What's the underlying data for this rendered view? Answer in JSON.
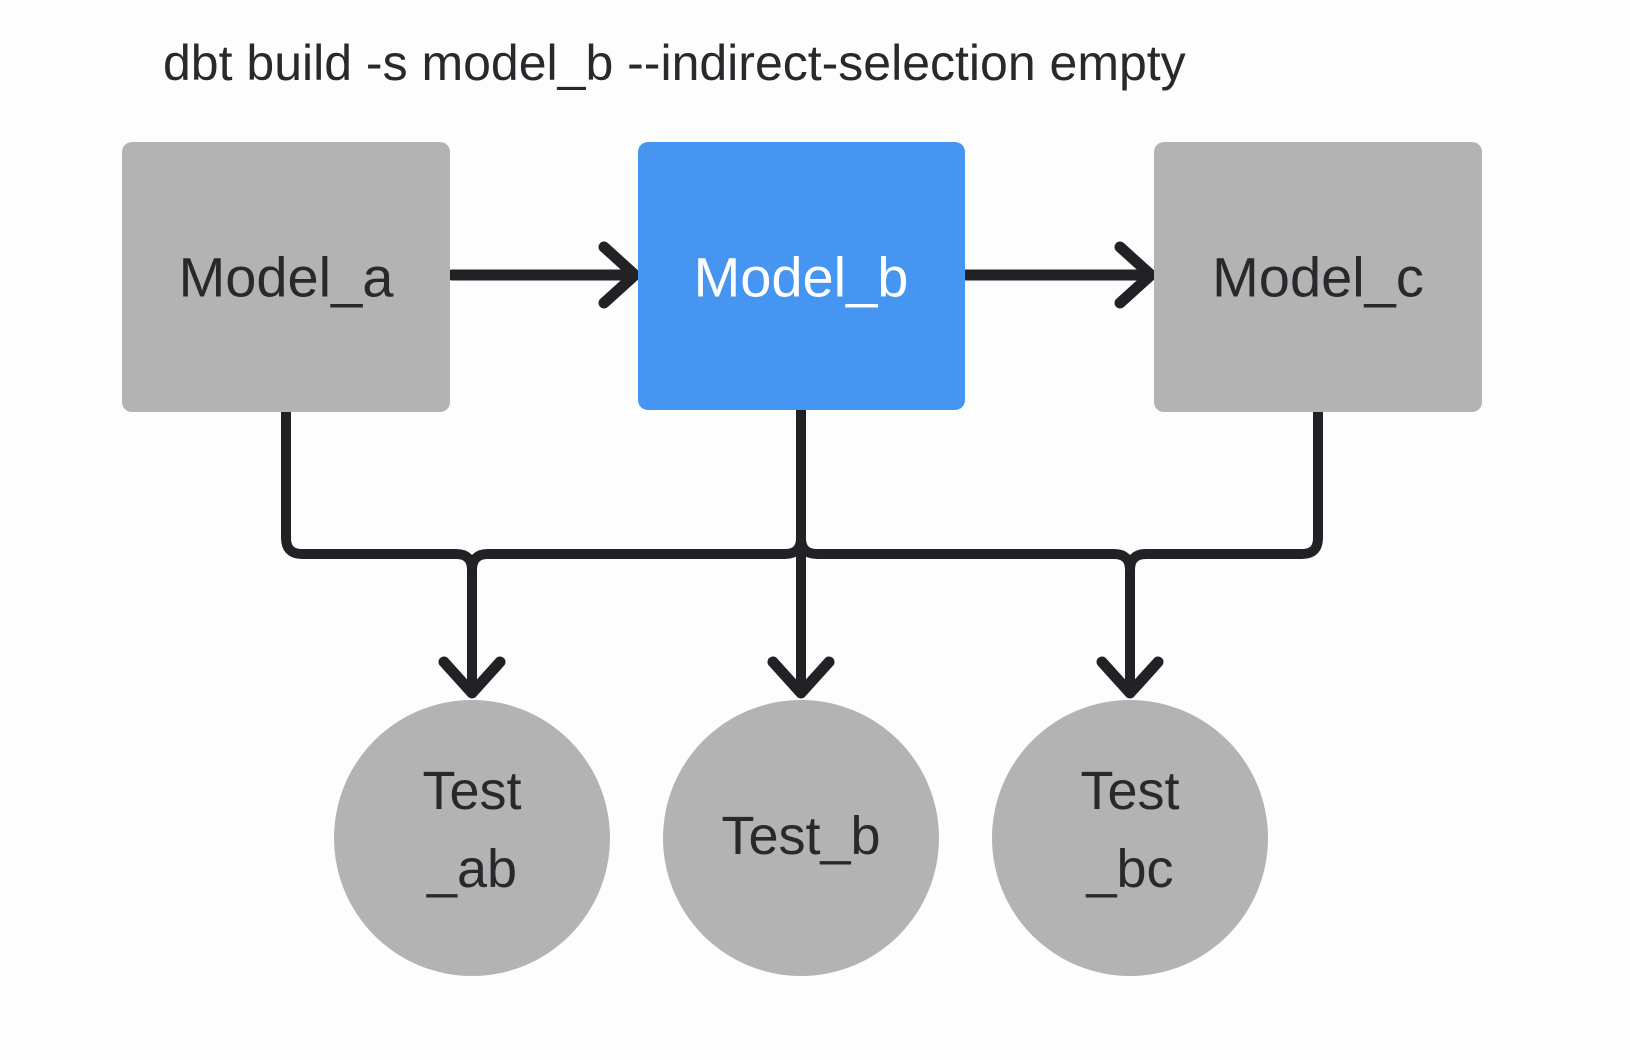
{
  "title": "dbt build -s model_b --indirect-selection empty",
  "colors": {
    "background": "#fdfdfd",
    "node_gray": "#b3b3b3",
    "node_selected_blue": "#4695f0",
    "edge_dark": "#212225",
    "label_dark": "#28292c",
    "label_light": "#ffffff"
  },
  "nodes": {
    "models": [
      {
        "label": "Model_a",
        "selected": false
      },
      {
        "label": "Model_b",
        "selected": true
      },
      {
        "label": "Model_c",
        "selected": false
      }
    ],
    "tests": [
      {
        "line1": "Test",
        "line2": "_ab"
      },
      {
        "line1": "Test_b"
      },
      {
        "line1": "Test",
        "line2": "_bc"
      }
    ]
  },
  "edges": [
    {
      "from": "Model_a",
      "to": "Model_b"
    },
    {
      "from": "Model_b",
      "to": "Model_c"
    },
    {
      "from": "Model_a",
      "to": "Test_ab"
    },
    {
      "from": "Model_b",
      "to": "Test_ab"
    },
    {
      "from": "Model_b",
      "to": "Test_b"
    },
    {
      "from": "Model_b",
      "to": "Test_bc"
    },
    {
      "from": "Model_c",
      "to": "Test_bc"
    }
  ]
}
